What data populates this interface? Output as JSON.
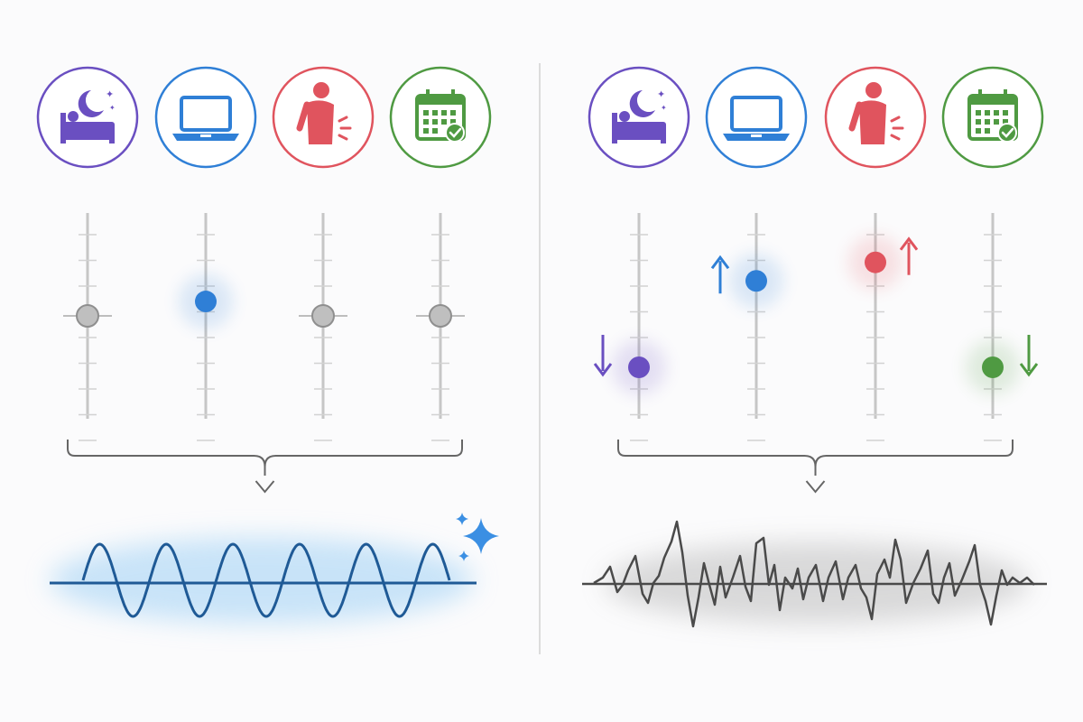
{
  "colors": {
    "sleep": "#6a4fc1",
    "work": "#2f7fd6",
    "pain": "#e0545e",
    "schedule": "#4f9a42",
    "neutral_knob": "#bfbfbf",
    "track": "#c6c6c6",
    "bracket": "#666666",
    "balanced_wave": "#1f5a96",
    "chaotic_wave": "#4a4a4a",
    "divider": "#dcdcdc"
  },
  "factors": [
    {
      "id": "sleep",
      "icon": "bed-moon-icon",
      "color_key": "sleep"
    },
    {
      "id": "work",
      "icon": "laptop-icon",
      "color_key": "work"
    },
    {
      "id": "pain",
      "icon": "back-pain-icon",
      "color_key": "pain"
    },
    {
      "id": "schedule",
      "icon": "calendar-check-icon",
      "color_key": "schedule"
    }
  ],
  "panels": [
    {
      "id": "balanced",
      "sliders": [
        {
          "factor": "sleep",
          "level": 0.5,
          "active": false,
          "change": "none"
        },
        {
          "factor": "work",
          "level": 0.57,
          "active": true,
          "change": "none"
        },
        {
          "factor": "pain",
          "level": 0.5,
          "active": false,
          "change": "none"
        },
        {
          "factor": "schedule",
          "level": 0.5,
          "active": false,
          "change": "none"
        }
      ],
      "output": {
        "icon": "sparkle-icon",
        "wave": "regular-sine"
      }
    },
    {
      "id": "disrupted",
      "sliders": [
        {
          "factor": "sleep",
          "level": 0.25,
          "active": true,
          "change": "down"
        },
        {
          "factor": "work",
          "level": 0.67,
          "active": true,
          "change": "up"
        },
        {
          "factor": "pain",
          "level": 0.76,
          "active": true,
          "change": "up"
        },
        {
          "factor": "schedule",
          "level": 0.25,
          "active": true,
          "change": "down"
        }
      ],
      "output": {
        "icon": "none",
        "wave": "irregular-noise"
      }
    }
  ]
}
